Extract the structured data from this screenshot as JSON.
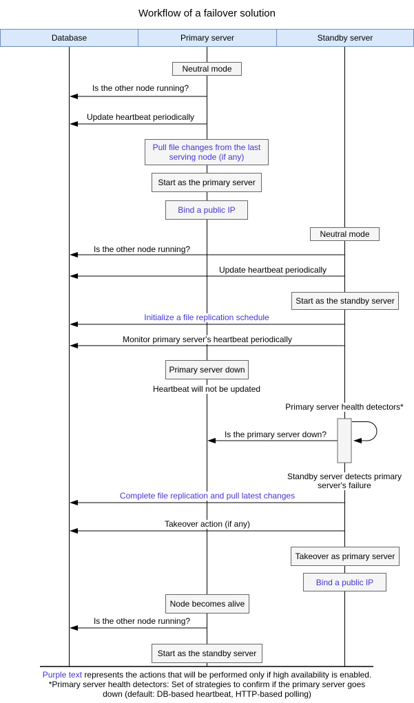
{
  "title": "Workflow of a failover solution",
  "colors": {
    "lane_header_fill": "#dae8fc",
    "lane_header_border": "#6c8ebf",
    "node_fill": "#f5f5f5",
    "node_border": "#666666",
    "purple_text": "#4435d2",
    "line": "#000000"
  },
  "lanes": [
    {
      "label": "Database"
    },
    {
      "label": "Primary server"
    },
    {
      "label": "Standby server"
    }
  ],
  "nodes": [
    {
      "label": "Neutral mode"
    },
    {
      "label": "Pull file changes from the last serving node (if any)"
    },
    {
      "label": "Start as the primary server"
    },
    {
      "label": "Bind a public IP"
    },
    {
      "label": "Neutral mode"
    },
    {
      "label": "Start as the standby server"
    },
    {
      "label": "Primary server down"
    },
    {
      "label": "Takeover as primary server"
    },
    {
      "label": "Bind a public IP"
    },
    {
      "label": "Node becomes alive"
    },
    {
      "label": "Start as the standby server"
    }
  ],
  "messages": [
    {
      "label": "Is the other node running?"
    },
    {
      "label": "Update heartbeat periodically"
    },
    {
      "label": "Is the other node running?"
    },
    {
      "label": "Update heartbeat periodically"
    },
    {
      "label": "Initialize a file replication schedule"
    },
    {
      "label": "Monitor primary server's heartbeat periodically"
    },
    {
      "label": "Is the primary server down?"
    },
    {
      "label": "Complete file replication and pull latest changes"
    },
    {
      "label": "Takeover action (if any)"
    },
    {
      "label": "Is the other node running?"
    }
  ],
  "notes": [
    {
      "text": "Heartbeat will not be updated"
    },
    {
      "text": "Primary server health detectors*"
    },
    {
      "text": "Standby server detects primary server's failure"
    }
  ],
  "footer": {
    "purple_label": "Purple text",
    "line1_rest": " represents the actions that will be performed only if high availability is enabled.",
    "line2": "*Primary server health detectors: Set of strategies to confirm if the primary server goes",
    "line3": "down (default: DB-based heartbeat, HTTP-based polling)"
  }
}
